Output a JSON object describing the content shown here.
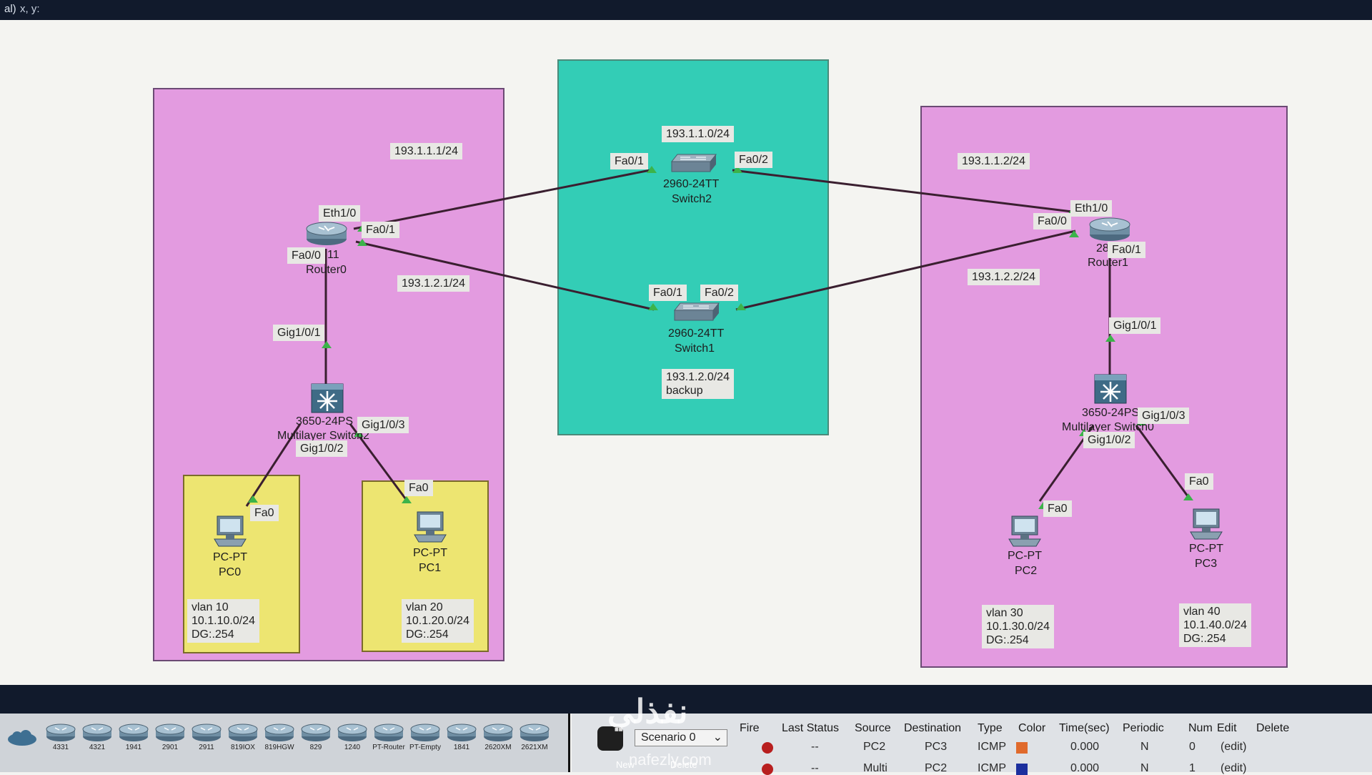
{
  "topbar": {
    "left_text": "al)",
    "coord_text": "x, y:"
  },
  "regions": {
    "left_zone": "",
    "center_zone": "",
    "right_zone": ""
  },
  "labels": {
    "net_193_1_1_0": "193.1.1.0/24",
    "net_193_1_1_1": "193.1.1.1/24",
    "net_193_1_2_1": "193.1.2.1/24",
    "net_193_1_1_2": "193.1.1.2/24",
    "net_193_1_2_2": "193.1.2.2/24",
    "backup": "193.1.2.0/24\nbackup",
    "vlan10": "vlan 10\n10.1.10.0/24\nDG:.254",
    "vlan20": "vlan 20\n10.1.20.0/24\nDG:.254",
    "vlan30": "vlan 30\n10.1.30.0/24\nDG:.254",
    "vlan40": "vlan 40\n10.1.40.0/24\nDG:.254"
  },
  "ports": {
    "r0_eth": "Eth1/0",
    "r0_fa01": "Fa0/1",
    "r0_fa00": "Fa0/0",
    "r0_gig": "Gig1/0/1",
    "ms0_gig3": "Gig1/0/3",
    "ms0_gig2": "Gig1/0/2",
    "pc0_fa": "Fa0",
    "pc1_fa": "Fa0",
    "sw2_fa01": "Fa0/1",
    "sw2_fa02": "Fa0/2",
    "sw1_fa01": "Fa0/1",
    "sw1_fa02": "Fa0/2",
    "r1_eth": "Eth1/0",
    "r1_fa00": "Fa0/0",
    "r1_fa01": "Fa0/1",
    "r1_gig": "Gig1/0/1",
    "ms1_gig3": "Gig1/0/3",
    "ms1_gig2": "Gig1/0/2",
    "pc2_fa": "Fa0",
    "pc3_fa": "Fa0"
  },
  "devices": {
    "router0": {
      "model": "11",
      "name": "Router0"
    },
    "router1": {
      "model": "28",
      "name": "Router1"
    },
    "switch2": {
      "model": "2960-24TT",
      "name": "Switch2"
    },
    "switch1": {
      "model": "2960-24TT",
      "name": "Switch1"
    },
    "mls0": {
      "model": "3650-24PS",
      "name": "Multilayer Switch2"
    },
    "mls1": {
      "model": "3650-24PS",
      "name": "Multilayer Switch0"
    },
    "pc0": {
      "model": "PC-PT",
      "name": "PC0"
    },
    "pc1": {
      "model": "PC-PT",
      "name": "PC1"
    },
    "pc2": {
      "model": "PC-PT",
      "name": "PC2"
    },
    "pc3": {
      "model": "PC-PT",
      "name": "PC3"
    }
  },
  "device_bar": {
    "items": [
      "4331",
      "4321",
      "1941",
      "2901",
      "2911",
      "819IOX",
      "819HGW",
      "829",
      "1240",
      "PT-Router",
      "PT-Empty",
      "1841",
      "2620XM",
      "2621XM"
    ]
  },
  "pdu": {
    "scenario": "Scenario 0",
    "new_label": "New",
    "delete_btn_label": "Delete",
    "headers": [
      "Fire",
      "Last Status",
      "Source",
      "Destination",
      "Type",
      "Color",
      "Time(sec)",
      "Periodic",
      "Num",
      "Edit",
      "Delete"
    ],
    "rows": [
      {
        "last_status": "--",
        "source": "PC2",
        "destination": "PC3",
        "type": "ICMP",
        "color": "#e06a2c",
        "time": "0.000",
        "periodic": "N",
        "num": "0",
        "edit": "(edit)"
      },
      {
        "last_status": "--",
        "source": "Multi",
        "destination": "PC2",
        "type": "ICMP",
        "color": "#1c2f9e",
        "time": "0.000",
        "periodic": "N",
        "num": "1",
        "edit": "(edit)"
      }
    ]
  },
  "watermark": {
    "text": "نفذلي",
    "domain": "nafezly.com"
  }
}
